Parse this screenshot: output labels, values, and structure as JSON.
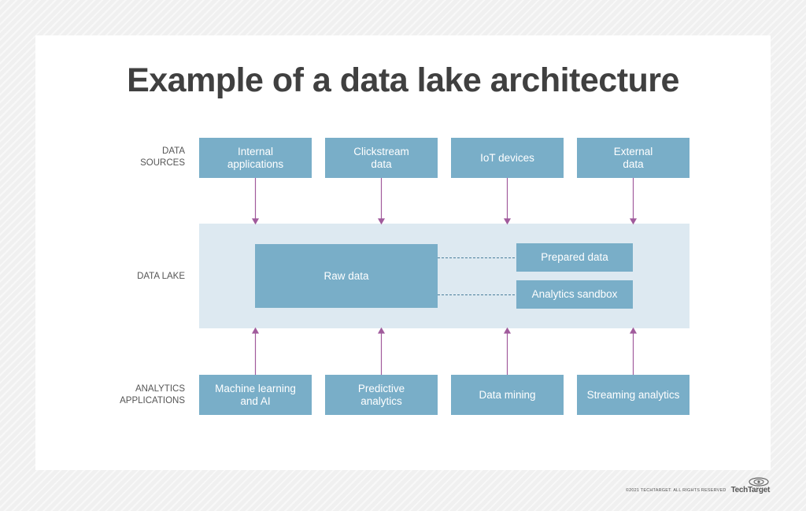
{
  "title": "Example of a data lake architecture",
  "rows": {
    "sources_label": "DATA\nSOURCES",
    "lake_label": "DATA LAKE",
    "apps_label": "ANALYTICS\nAPPLICATIONS"
  },
  "sources": [
    "Internal\napplications",
    "Clickstream\ndata",
    "IoT devices",
    "External\ndata"
  ],
  "lake": {
    "raw": "Raw data",
    "prepared": "Prepared data",
    "sandbox": "Analytics sandbox"
  },
  "apps": [
    "Machine learning\nand AI",
    "Predictive\nanalytics",
    "Data mining",
    "Streaming analytics"
  ],
  "footer": {
    "copyright": "©2021 TECHTARGET. ALL RIGHTS RESERVED",
    "brand": "TechTarget"
  },
  "colors": {
    "box": "#79aec8",
    "lake_bg": "#dde9f1",
    "arrow": "#a15b9c",
    "title": "#404040"
  }
}
